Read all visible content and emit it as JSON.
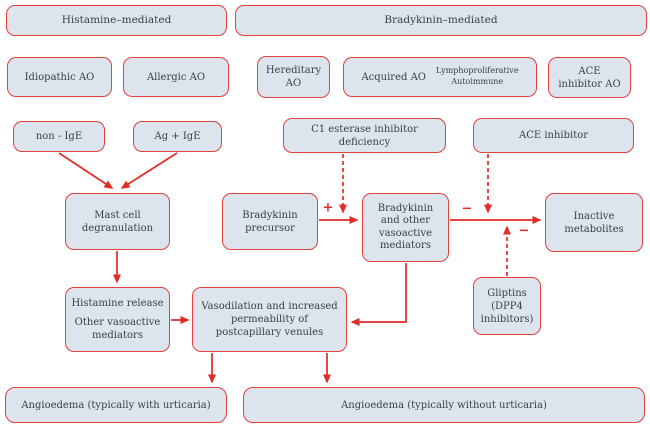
{
  "colors": {
    "box_fill": "#dce4ed",
    "accent_red": "#e5403b",
    "arrow_red": "#e02b27",
    "text": "#3a3f44"
  },
  "headers": {
    "histamine": "Histamine–mediated",
    "bradykinin": "Bradykinin–mediated"
  },
  "boxes": {
    "idiopathic": {
      "label": "Idiopathic AO"
    },
    "allergic": {
      "label": "Allergic AO"
    },
    "hereditary": {
      "line1": "Hereditary",
      "line2": "AO"
    },
    "acquired": {
      "label": "Acquired AO",
      "sub1": "Lymphoproliferative",
      "sub2": "Autoimmune"
    },
    "ace_inhibitor_ao": {
      "line1": "ACE",
      "line2": "inhibitor AO"
    },
    "non_ige": {
      "label": "non - IgE"
    },
    "ag_ige": {
      "label": "Ag + IgE"
    },
    "c1_deficiency": {
      "line1": "C1 esterase inhibitor",
      "line2": "deficiency"
    },
    "ace_inhibitor": {
      "label": "ACE inhibitor"
    },
    "mast_cell": {
      "line1": "Mast cell",
      "line2": "degranulation"
    },
    "bradykinin_precursor": {
      "line1": "Bradykinin",
      "line2": "precursor"
    },
    "bradykinin_mediators": {
      "line1": "Bradykinin",
      "line2": "and other",
      "line3": "vasoactive",
      "line4": "mediators"
    },
    "inactive_metabolites": {
      "line1": "Inactive",
      "line2": "metabolites"
    },
    "histamine_release": {
      "line1": "Histamine release",
      "line2": "Other vasoactive",
      "line3": "mediators"
    },
    "vasodilation": {
      "line1": "Vasodilation and increased",
      "line2": "permeability of",
      "line3": "postcapillary venules"
    },
    "gliptins": {
      "line1": "Gliptins",
      "line2": "(DPP4",
      "line3": "inhibitors)"
    },
    "angioedema_with": {
      "label": "Angioedema (typically with urticaria)"
    },
    "angioedema_without": {
      "label": "Angioedema (typically without urticaria)"
    }
  },
  "signs": {
    "plus": "+",
    "minus_ace": "−",
    "minus_gliptins": "−"
  }
}
